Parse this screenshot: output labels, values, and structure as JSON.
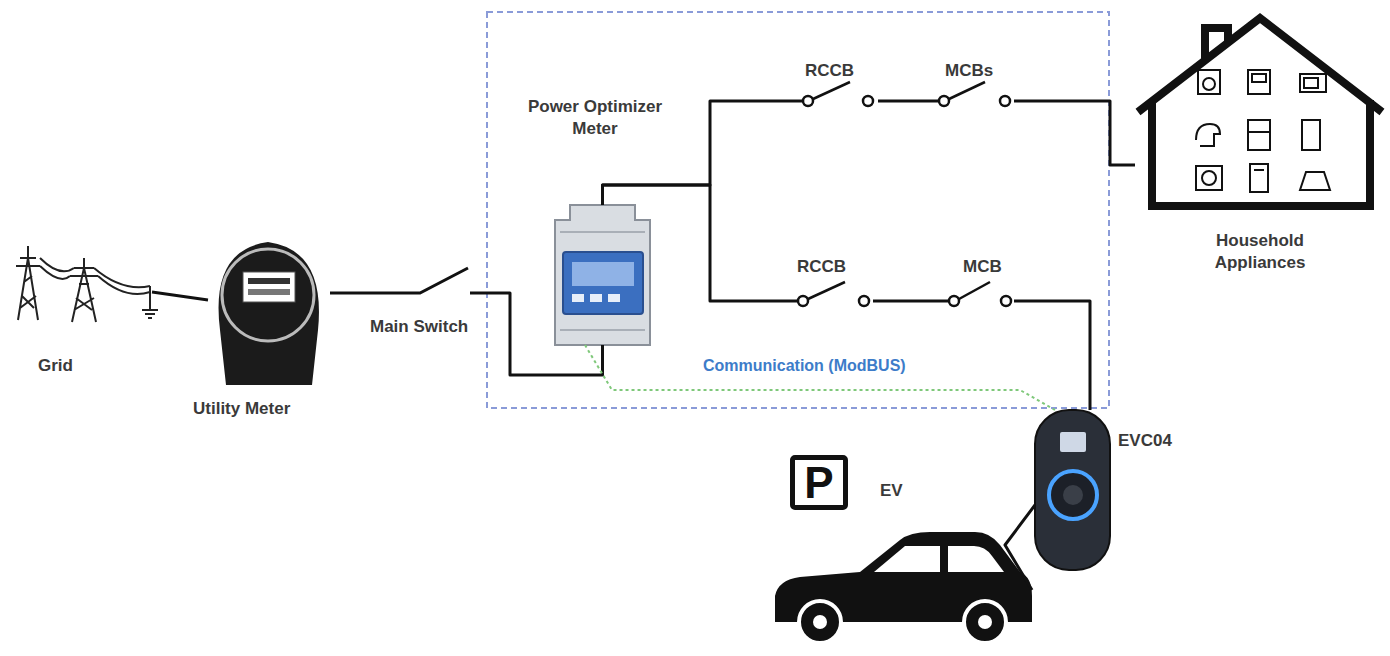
{
  "diagram": {
    "nodes": [
      {
        "text": [
          "Grid"
        ]
      },
      {
        "text": [
          "Utility Meter"
        ]
      },
      {
        "text": [
          "Main Switch"
        ]
      },
      {
        "text": [
          "Power Optimizer Meter"
        ]
      },
      {
        "text": [
          "RCCB"
        ]
      },
      {
        "text": [
          "MCBs"
        ]
      },
      {
        "text": [
          "RCCB"
        ]
      },
      {
        "text": [
          "MCB"
        ]
      },
      {
        "text": [
          "Household Appliances"
        ]
      },
      {
        "text": [
          "EVC04"
        ]
      },
      {
        "text": [
          "P"
        ]
      },
      {
        "text": [
          "EV"
        ]
      }
    ],
    "edges": [
      {
        "from": 0,
        "to": 1,
        "arrow": "none"
      },
      {
        "from": 1,
        "to": 2,
        "arrow": "none"
      },
      {
        "from": 2,
        "to": 3,
        "arrow": "none"
      },
      {
        "from": 3,
        "to": 4,
        "arrow": "none"
      },
      {
        "from": 4,
        "to": 5,
        "arrow": "none"
      },
      {
        "from": 5,
        "to": 8,
        "arrow": "none"
      },
      {
        "from": 3,
        "to": 6,
        "arrow": "none"
      },
      {
        "from": 6,
        "to": 7,
        "arrow": "none"
      },
      {
        "from": 7,
        "to": 9,
        "arrow": "none"
      },
      {
        "from": 3,
        "to": 9,
        "label": "Communication (ModBUS)",
        "arrow": "none"
      },
      {
        "from": 9,
        "to": 11,
        "arrow": "none"
      }
    ]
  }
}
